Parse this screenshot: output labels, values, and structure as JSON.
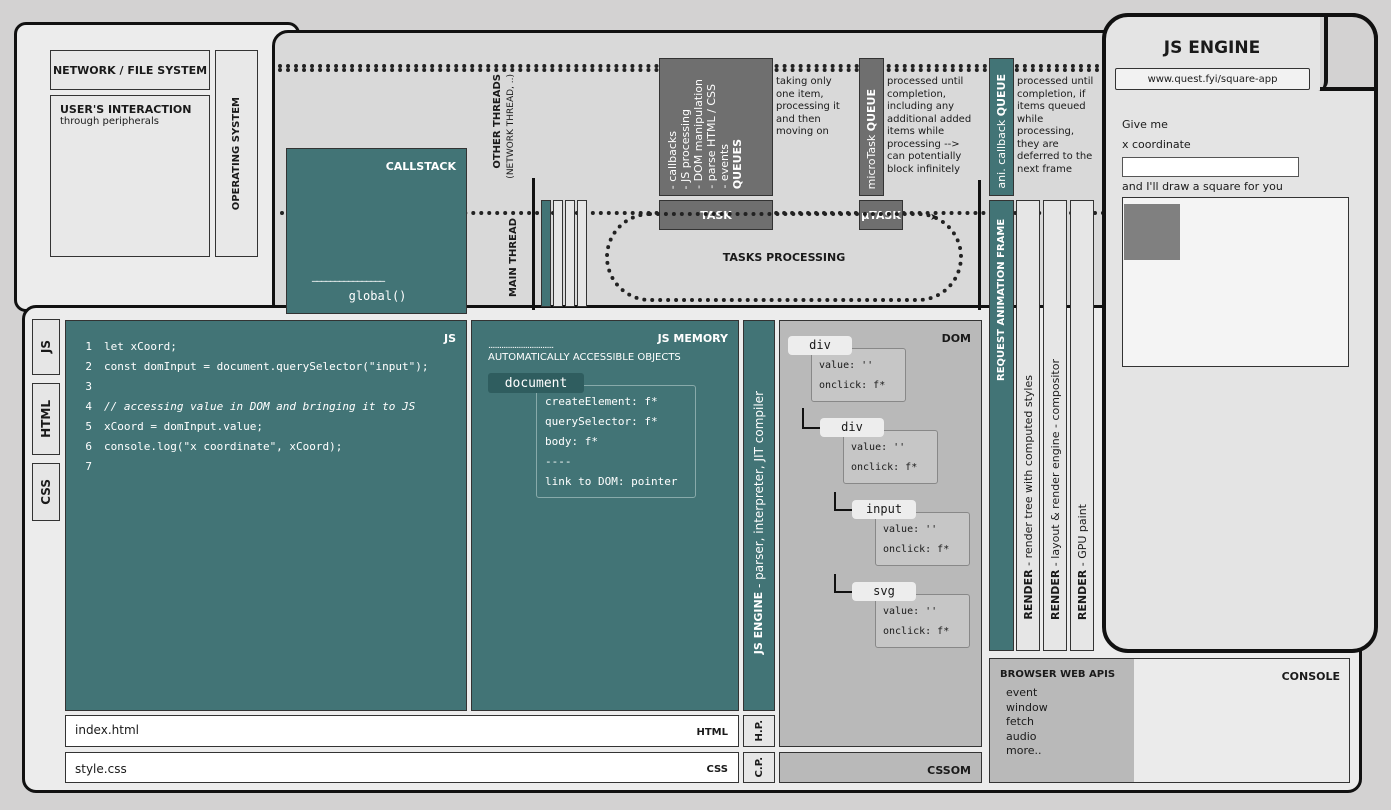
{
  "os_panel": {
    "network": "NETWORK / FILE SYSTEM",
    "user_interaction_title": "USER'S INTERACTION",
    "user_interaction_sub": "through peripherals",
    "os_label": "OPERATING SYSTEM"
  },
  "callstack": {
    "title": "CALLSTACK",
    "separator": "________________",
    "frame": "global()"
  },
  "other_threads": {
    "title": "OTHER THREADS",
    "sub": "(NETWORK THREAD, ..)"
  },
  "main_thread": "MAIN THREAD",
  "queues": {
    "title": "QUEUES",
    "items": [
      "- events",
      "- parse HTML / CSS",
      "- DOM manipulation",
      "- JS processing",
      "- callbacks"
    ],
    "desc": [
      "taking only",
      "one item,",
      "processing it",
      "and then",
      "moving on"
    ]
  },
  "microtask": {
    "label_a": "microTask",
    "label_b": "QUEUE",
    "desc": [
      "processed until",
      "completion,",
      "including any",
      "additional added",
      "items while",
      "processing -->",
      "can potentially",
      "block infinitely"
    ]
  },
  "anim_callback": {
    "label_a": "ani. callback",
    "label_b": "QUEUE",
    "desc": [
      "processed until",
      "completion, if",
      "items queued",
      "while",
      "processing,",
      "they are",
      "deferred to the",
      "next frame"
    ]
  },
  "task_box": "TASK",
  "mutask_box": "µTASK",
  "tasks_processing": "TASKS PROCESSING",
  "request_animation_frame": "REQUEST ANIMATION FRAME",
  "render_columns": [
    {
      "bold": "RENDER",
      "text": "- render tree with computed styles"
    },
    {
      "bold": "RENDER",
      "text": "- layout & render engine - compositor"
    },
    {
      "bold": "RENDER",
      "text": "- GPU paint"
    }
  ],
  "browser": {
    "title": "JS ENGINE",
    "url": "www.quest.fyi/square-app",
    "give_me": "Give me",
    "x_coordinate": "x coordinate",
    "draw_text": "and I'll draw a square for you",
    "input_value": ""
  },
  "side_tabs": [
    "JS",
    "HTML",
    "CSS"
  ],
  "js_editor": {
    "label": "JS",
    "lines": [
      {
        "n": "1",
        "code": "let xCoord;"
      },
      {
        "n": "2",
        "code": "const domInput = document.querySelector(\"input\");"
      },
      {
        "n": "3",
        "code": ""
      },
      {
        "n": "4",
        "code": "// accessing value in DOM and bringing it to JS"
      },
      {
        "n": "5",
        "code": "xCoord = domInput.value;"
      },
      {
        "n": "6",
        "code": "console.log(\"x coordinate\", xCoord);"
      },
      {
        "n": "7",
        "code": ""
      }
    ]
  },
  "js_memory": {
    "title": "JS MEMORY",
    "dots": "...................................",
    "auto_objects": "AUTOMATICALLY ACCESSIBLE OBJECTS",
    "document_label": "document",
    "props": [
      "createElement: f*",
      "querySelector: f*",
      "body: f*",
      "----",
      "link to DOM: pointer"
    ]
  },
  "js_engine_bar": {
    "bold": "JS ENGINE",
    "text": " - parser, interpreter, JIT compiler"
  },
  "dom": {
    "title": "DOM",
    "nodes": [
      {
        "label": "div",
        "value": "value: ''",
        "onclick": "onclick: f*"
      },
      {
        "label": "div",
        "value": "value: ''",
        "onclick": "onclick: f*"
      },
      {
        "label": "input",
        "value": "value: ''",
        "onclick": "onclick: f*"
      },
      {
        "label": "svg",
        "value": "value: ''",
        "onclick": "onclick: f*"
      }
    ]
  },
  "files": {
    "html_name": "index.html",
    "html_label": "HTML",
    "css_name": "style.css",
    "css_label": "CSS"
  },
  "hp": "H.P.",
  "cp": "C.P.",
  "cssom": "CSSOM",
  "web_apis": {
    "title": "BROWSER WEB APIS",
    "items": [
      "event",
      "window",
      "fetch",
      "audio",
      "more.."
    ]
  },
  "console": "CONSOLE",
  "colors": {
    "teal": "#427476",
    "gray_box": "#6f6f6f",
    "square": "#808080"
  }
}
